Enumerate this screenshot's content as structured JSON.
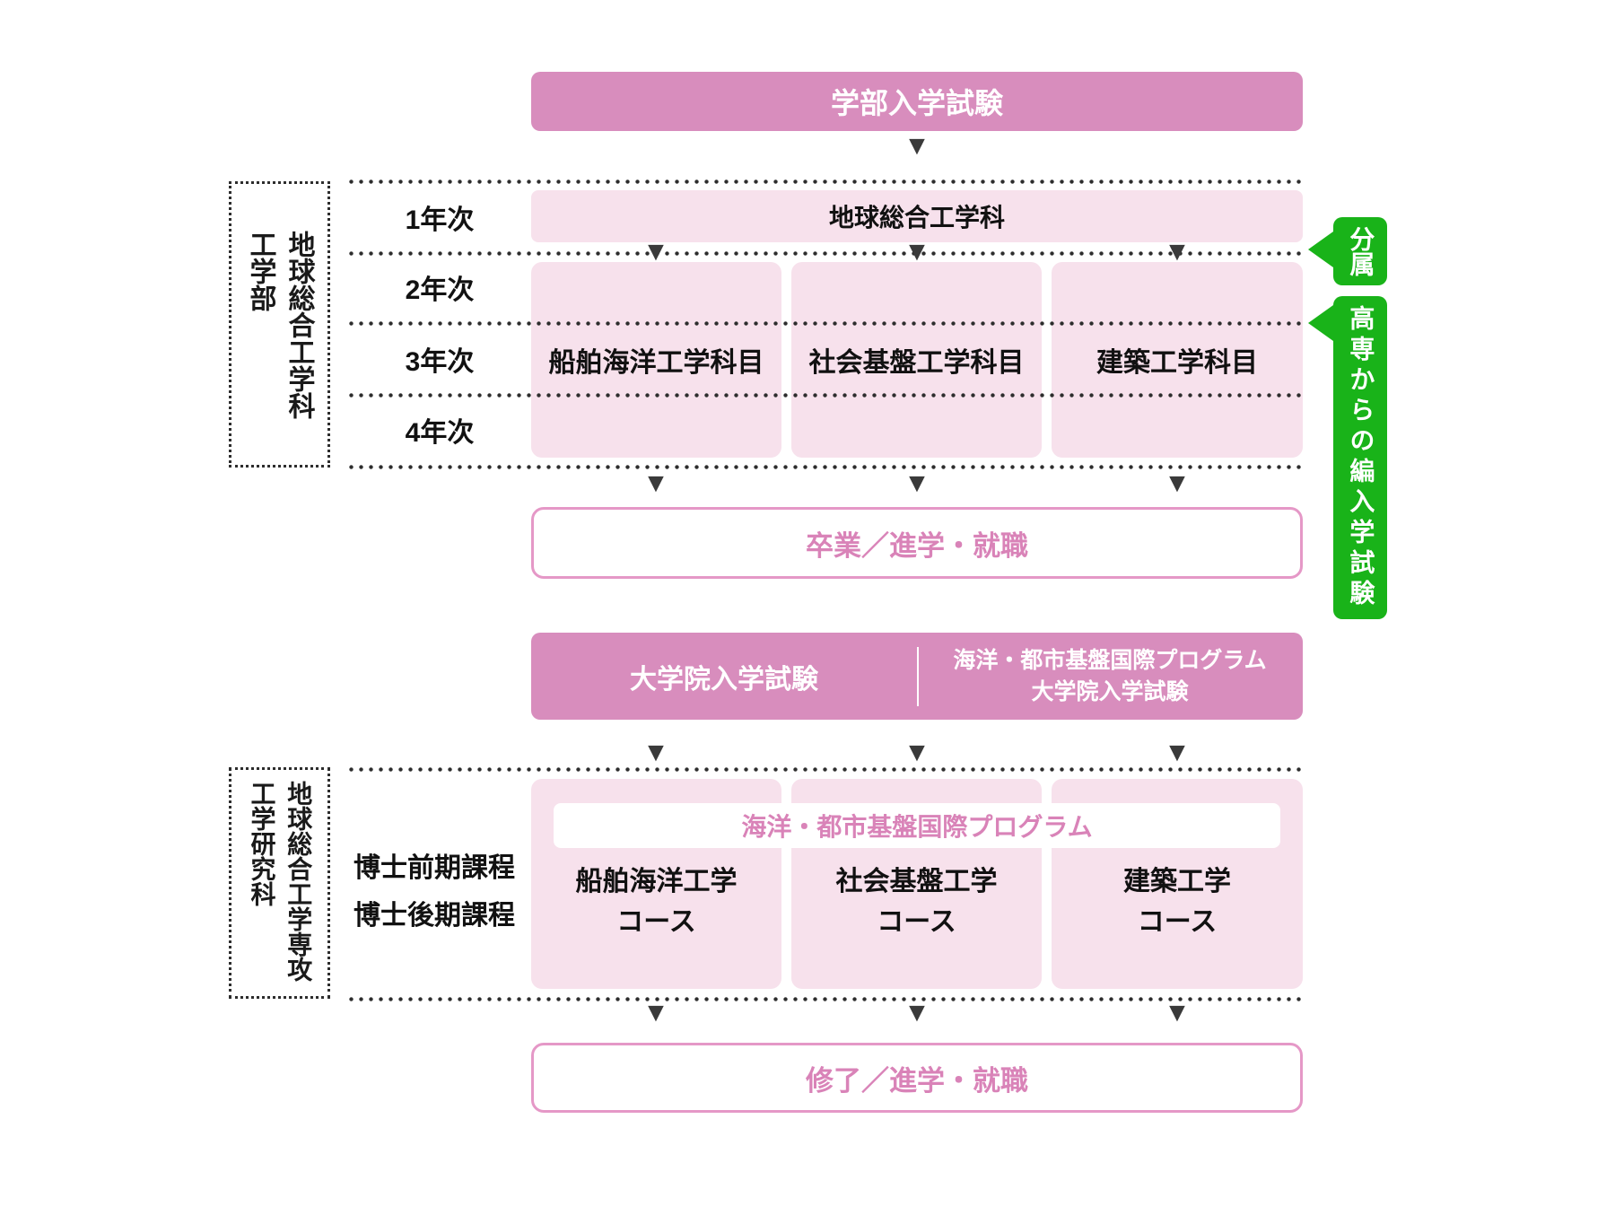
{
  "icons": {
    "down_arrow": "▼"
  },
  "colors": {
    "banner_pink": "#d88dbd",
    "light_pink": "#f7e1ec",
    "outline_pink": "#e598c7",
    "pink_text": "#d983b8",
    "callout_green": "#19b319",
    "dot_dark": "#2d2d2d"
  },
  "undergrad": {
    "entrance_exam_label": "学部入学試験",
    "faculty_vertical": "工学部",
    "department_vertical": "地球総合工学科",
    "years": [
      "1年次",
      "2年次",
      "3年次",
      "4年次"
    ],
    "department_box_label": "地球総合工学科",
    "subject_boxes": [
      "船舶海洋工学科目",
      "社会基盤工学科目",
      "建築工学科目"
    ],
    "outcome_label": "卒業／進学・就職",
    "callout_assignment": "分属",
    "callout_transfer": "高専からの編入学試験"
  },
  "graduate": {
    "school_vertical": "工学研究科",
    "major_vertical": "地球総合工学専攻",
    "entrance_exam_label": "大学院入学試験",
    "intl_program_exam_line1": "海洋・都市基盤国際プログラム",
    "intl_program_exam_line2": "大学院入学試験",
    "degree_programs_line1": "博士前期課程",
    "degree_programs_line2": "博士後期課程",
    "intl_program_bar_label": "海洋・都市基盤国際プログラム",
    "course_boxes": [
      {
        "name": "船舶海洋工学",
        "suffix": "コース"
      },
      {
        "name": "社会基盤工学",
        "suffix": "コース"
      },
      {
        "name": "建築工学",
        "suffix": "コース"
      }
    ],
    "outcome_label": "修了／進学・就職"
  }
}
